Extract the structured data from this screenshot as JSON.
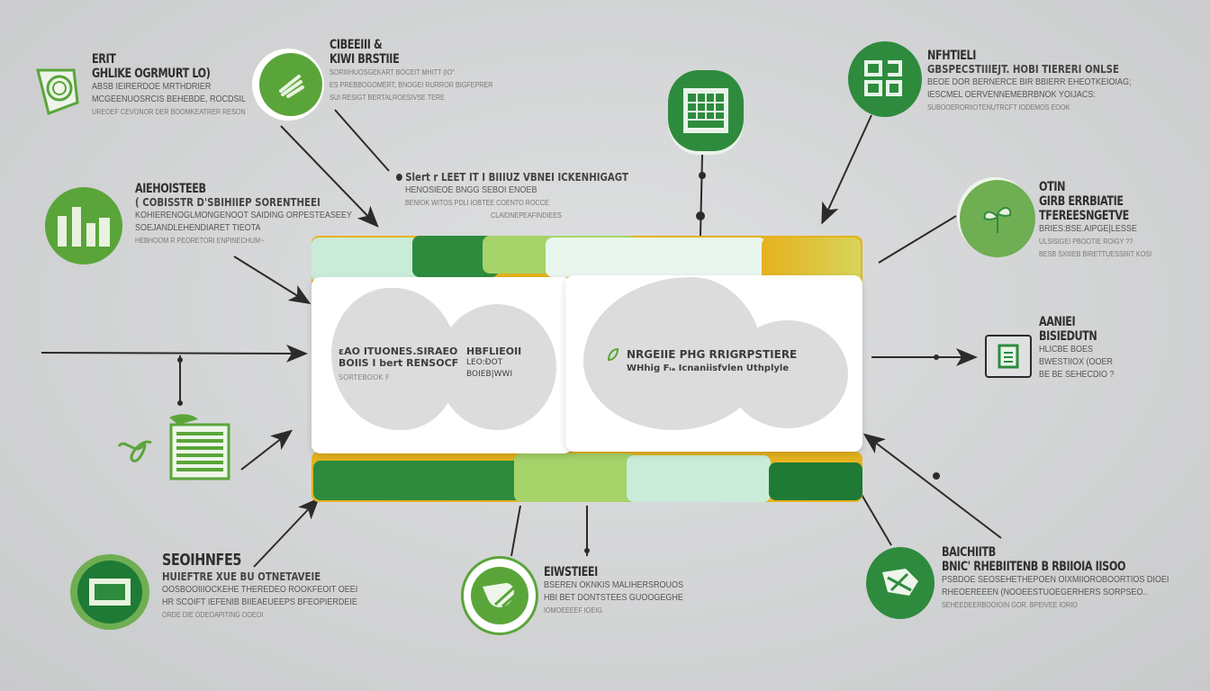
{
  "colors": {
    "background": "#d3d4d5",
    "dark_green": "#2e8b3e",
    "mid_green": "#5aa53a",
    "light_green": "#a6d36a",
    "mint": "#c9ecd8",
    "yellow": "#e6b21e",
    "arrow": "#2b2b2b"
  },
  "center": {
    "left_panel": {
      "line1": "ɛAO  ITUONES.SIRAEO",
      "line2": "BOIlS I bert RENSOCF",
      "line3": "SORTEBOOK F",
      "right_head": "HBFLIEOII",
      "right_line1": "LEO:ĐOT",
      "right_line2": "BOIEB|WWI"
    },
    "right_panel": {
      "line1": "NRGEIIE PHG  RRIGRPSTIERE",
      "line2": "WHhig  Fᵢₐ Icnaniisfvlen Uthplyle"
    }
  },
  "callouts": [
    {
      "id": "top-left",
      "icon": "spiral-document-icon",
      "title1": "ERIT",
      "title2": "GHLIKE OGRMURT LO)",
      "lines": [
        "ABSB IEIRERDOE MRTHDRIER",
        "MCGEENUOSRCIS BEHEBDE, ROCDSIL",
        "UREOEF CEVONOR DER BOOMKEATRER RESON"
      ]
    },
    {
      "id": "top-mid-left",
      "icon": "leaf-stripes-icon",
      "title1": "CIBEEIII &",
      "title2": "KIWI BRSTIIE",
      "lines": [
        "SORIIIHUOSGEKART BOCEIT MHITT (IO°",
        "ES PREBBOGOMERT, BNOGEI RURROR BIGFEPRER",
        "SUI RESIGT BERTALROESIVSE TERE"
      ]
    },
    {
      "id": "top-center-text",
      "icon": "bullet-icon",
      "title1": "Slert r LEET IT I BIIIUZ VBNEI ICKENHIGAGT",
      "title2": "",
      "lines": [
        "HENOSIEOE BNGG  SEBOI ENOEB",
        "BENIOK WITOS PDLI IOBTEE COENTO ROCCE",
        "CLAIDNEPEAFINDIEES"
      ]
    },
    {
      "id": "top-center-icon",
      "icon": "spreadsheet-icon",
      "title1": "",
      "title2": "",
      "lines": []
    },
    {
      "id": "top-right",
      "icon": "grid-symbols-icon",
      "title1": "NFHTIELI",
      "title2": "GBSPECSTIIIEJT. HOBI TIERERI ONLSE",
      "lines": [
        "BEOE DOR BERNERCE BIR BBIERR EHEOTKEIOIAG;",
        "IESCMEL OERVENNEMEBRBNOK YOIJACS:",
        "SUBOOERORIIOTENUTRCFT IODEMOS EOOK"
      ]
    },
    {
      "id": "mid-left",
      "icon": "city-buildings-icon",
      "title1": "AIEHOISTEEB",
      "title2": "( COBISSTR  D'SBIHIIEP SORENTHEEI",
      "lines": [
        "KOHIERENOGLMONGENOOT SAIDING ORPESTEASEEY",
        "SOEJANDLEHENDIARET TIEOTA",
        "HEBHOOM R PEORETORI ENPINECHUM~"
      ]
    },
    {
      "id": "mid-right",
      "icon": "plant-sprout-icon",
      "title1": "OTIN",
      "title2": "GIRB ERRBIATIE",
      "title3": "TFEREESNGETVE",
      "lines": [
        "BRIES:BSE.AIPGE|LESSE",
        "ULSISIGEI PBOOTIE ROIGY ??",
        "BESB SXIIIEB BIRETTUESSIIIIT KOSI"
      ]
    },
    {
      "id": "right",
      "icon": "document-frame-icon",
      "title1": "AANIEI",
      "title2": "BISIEDUTN",
      "lines": [
        "HLICBE BOES",
        "BWESTIIOX (OOER",
        "BE BE SEHECDIO ?"
      ]
    },
    {
      "id": "lower-left",
      "icon": "leaf-table-icon",
      "title1": "",
      "title2": "",
      "lines": []
    },
    {
      "id": "bottom-left",
      "icon": "money-bill-icon",
      "title1": "SEOIHNFE5",
      "title2": "HUIEFTRE XUE BU  OTNETAVEIE",
      "lines": [
        "OOSBOOIIIOCKEHE THEREDEO ROOKFEOIT OEEI",
        "HR SCOIFT IEFENIB  BIIEAEUEEPS  BFEOPIERDEIE",
        "ORDE DIE ODEOAPITING OOEOI"
      ]
    },
    {
      "id": "bottom-center",
      "icon": "leaf-swirl-icon",
      "title1": "EIWSTIEEI",
      "title2": "",
      "lines": [
        "BSEREN OKNKIS MALIHERSROUOS",
        "HBI BET DONTSTEES  GUOOGEGHE",
        "IOMOEEEEF IOEIG"
      ]
    },
    {
      "id": "bottom-right",
      "icon": "shield-leaf-icon",
      "title1": "BAICHIITB",
      "title2": "BNIC' RHEBIITENB  B RBIIOIA IISOO",
      "lines": [
        "PSBDOE SEOSEHETHEPOEN OIXMIIOROBOORTIOS DIOEI",
        "RHEOEREEEN (NOOEESTUOEGERHERS SORPSEO..",
        "SEHEEDEERBOOIOIN GOR. BPEIVEE IORIO"
      ]
    }
  ]
}
